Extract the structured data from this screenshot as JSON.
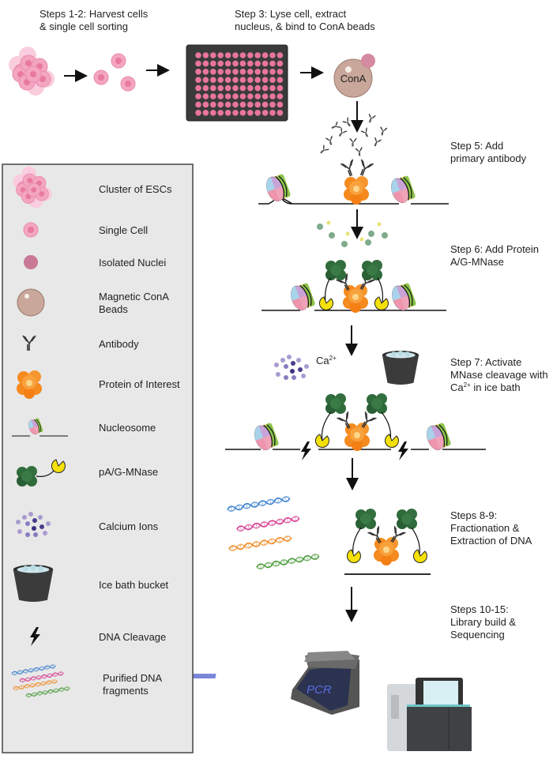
{
  "steps": [
    {
      "lines": [
        "Steps 1-2: Harvest cells",
        "& single cell sorting"
      ]
    },
    {
      "lines": [
        "Step 3: Lyse cell, extract",
        "nucleus, & bind to ConA beads"
      ]
    },
    {
      "lines": [
        "Step 5: Add",
        "primary antibody"
      ]
    },
    {
      "lines": [
        "Step 6: Add Protein",
        "A/G-MNase"
      ]
    },
    {
      "lines": [
        "Step 7: Activate",
        "MNase cleavage with",
        "Ca",
        "2+",
        " in ice bath"
      ]
    },
    {
      "lines": [
        "Steps 8-9:",
        "Fractionation &",
        "Extraction of DNA"
      ]
    },
    {
      "lines": [
        "Steps 10-15:",
        "Library build &",
        "Sequencing"
      ]
    }
  ],
  "bead_label": "ConA",
  "calcium_label": {
    "base": "Ca",
    "sup": "2+"
  },
  "pcr_label": "PCR",
  "legend": [
    {
      "icon": "cell-cluster-icon",
      "lines": [
        "Cluster of ESCs"
      ]
    },
    {
      "icon": "single-cell-icon",
      "lines": [
        "Single Cell"
      ]
    },
    {
      "icon": "nucleus-icon",
      "lines": [
        "Isolated Nuclei"
      ]
    },
    {
      "icon": "bead-icon",
      "lines": [
        "Magnetic ConA",
        "Beads"
      ]
    },
    {
      "icon": "antibody-icon",
      "lines": [
        "Antibody"
      ]
    },
    {
      "icon": "protein-icon",
      "lines": [
        "Protein of Interest"
      ]
    },
    {
      "icon": "nucleosome-icon",
      "lines": [
        "Nucleosome"
      ]
    },
    {
      "icon": "mnase-icon",
      "lines": [
        "pA/G-MNase"
      ]
    },
    {
      "icon": "calcium-icon",
      "lines": [
        "Calcium Ions"
      ]
    },
    {
      "icon": "ice-bucket-icon",
      "lines": [
        "Ice bath bucket"
      ]
    },
    {
      "icon": "lightning-icon",
      "lines": [
        "DNA Cleavage"
      ]
    },
    {
      "icon": "dna-icon",
      "lines": [
        "Purified DNA",
        "fragments"
      ]
    }
  ],
  "colors": {
    "cell": "#f4a6c1",
    "well": "#e8769a",
    "plate": "#3a3a3a",
    "protein": "#f58a1f",
    "mnase_body": "#2f6b3b",
    "mnase_head": "#f5e10a",
    "legend_bg": "#e8e8e8"
  }
}
